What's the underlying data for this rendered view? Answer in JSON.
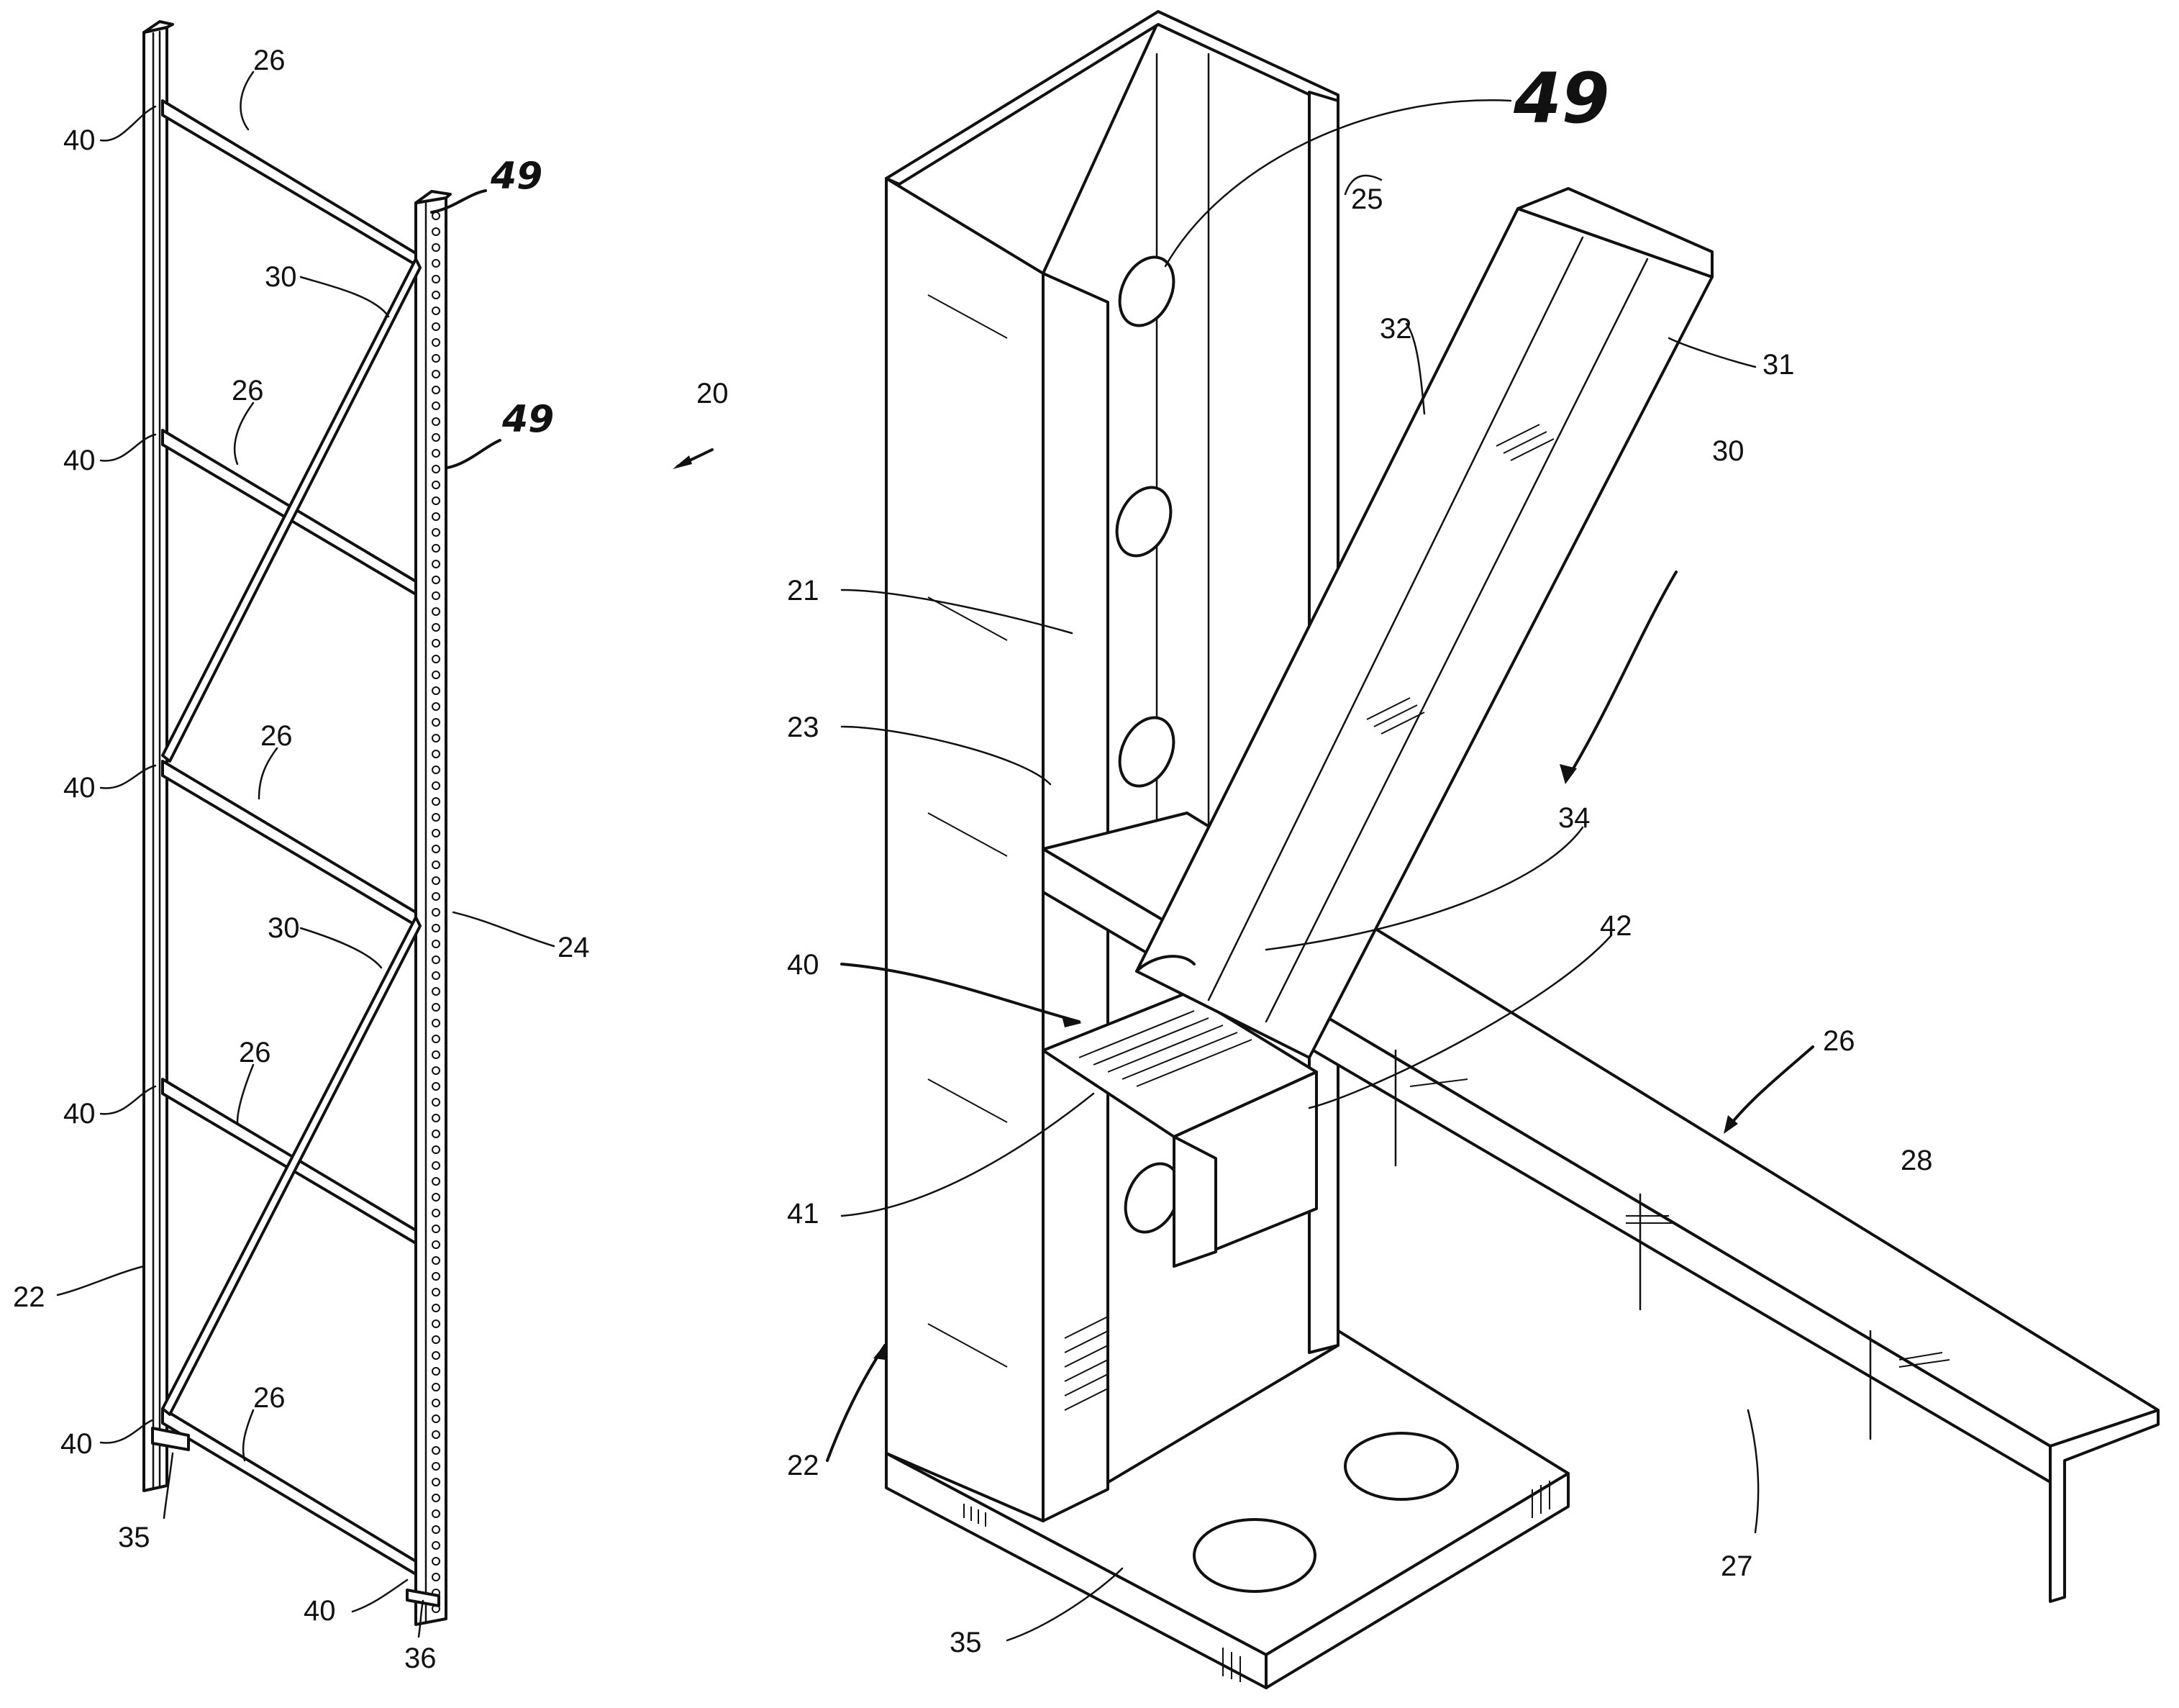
{
  "figure": {
    "labels": {
      "l20": "20",
      "l26a": "26",
      "l26b": "26",
      "l26c": "26",
      "l26d": "26",
      "l26e": "26",
      "l40a": "40",
      "l40b": "40",
      "l40c": "40",
      "l40d": "40",
      "l40e": "40",
      "l40f": "40",
      "l30a": "30",
      "l30b": "30",
      "l49a": "49",
      "l49b": "49",
      "l24": "24",
      "l22": "22",
      "l35": "35",
      "l36": "36",
      "r49": "49",
      "r25": "25",
      "r31": "31",
      "r32": "32",
      "r30": "30",
      "r21": "21",
      "r23": "23",
      "r34": "34",
      "r42": "42",
      "r40": "40",
      "r41": "41",
      "r26": "26",
      "r28": "28",
      "r22": "22",
      "r35": "35",
      "r27": "27"
    }
  }
}
